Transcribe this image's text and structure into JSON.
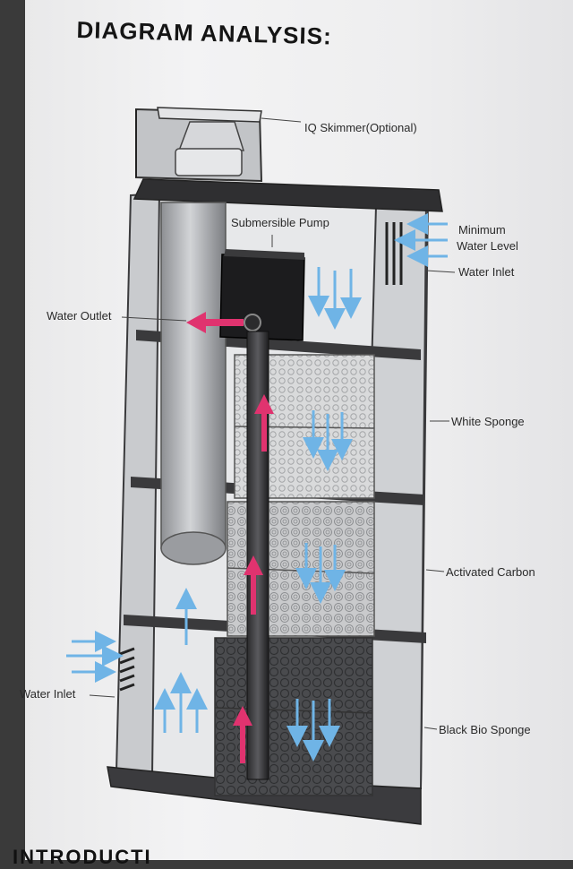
{
  "title": "DIAGRAM ANALYSIS:",
  "footer_heading": "INTRODUCTI",
  "labels": {
    "iq_skimmer": "IQ Skimmer(Optional)",
    "submersible_pump": "Submersible Pump",
    "minimum": "Minimum",
    "water_level": "Water Level",
    "water_inlet_right": "Water Inlet",
    "water_outlet": "Water Outlet",
    "white_sponge": "White Sponge",
    "activated_carbon": "Activated Carbon",
    "water_inlet_left": "Water Inlet",
    "black_bio_sponge": "Black Bio Sponge"
  },
  "colors": {
    "inflow_arrow": "#6fb4e6",
    "outflow_arrow": "#e0336f",
    "frame": "#2e2e30",
    "pump": "#1c1c1e"
  }
}
